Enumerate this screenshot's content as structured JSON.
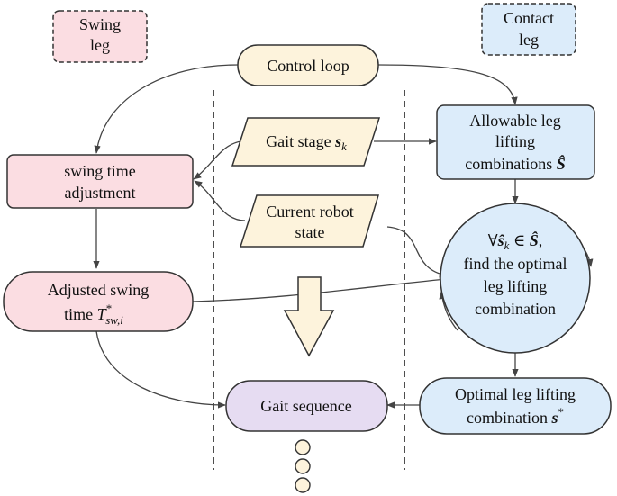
{
  "legend": {
    "swing": {
      "line1": "Swing",
      "line2": "leg"
    },
    "contact": {
      "line1": "Contact",
      "line2": "leg"
    }
  },
  "nodes": {
    "control_loop": "Control loop",
    "gait_stage": {
      "prefix": "Gait stage ",
      "symbol": "s",
      "subscript": "k"
    },
    "current_state": {
      "line1": "Current robot",
      "line2": "state"
    },
    "swing_adjust": {
      "line1": "swing time",
      "line2": "adjustment"
    },
    "adjusted_swing": {
      "line1": "Adjusted swing",
      "prefix": "time ",
      "symbol": "T",
      "sup": "*",
      "sub": "sw,i"
    },
    "allowable": {
      "line1": "Allowable leg",
      "line2": "lifting",
      "line3_prefix": "combinations ",
      "line3_symbol": "Ŝ"
    },
    "optimal_find": {
      "forall": "∀",
      "symbol": "ŝ",
      "subscript": "k",
      "relation": " ∈ ",
      "set": "Ŝ",
      "comma": ",",
      "line2": "find the optimal",
      "line3": "leg lifting",
      "line4": "combination"
    },
    "optimal_combo": {
      "line1": "Optimal leg lifting",
      "line2_prefix": "combination ",
      "symbol": "s",
      "sup": "*"
    },
    "gait_sequence": "Gait sequence"
  },
  "colors": {
    "swing_fill": "#fbdde2",
    "swing_stroke": "#333333",
    "contact_fill": "#dcecfa",
    "loop_fill": "#fdf3dc",
    "sequence_fill": "#e6dcf2",
    "arrow_fill": "#fdf3dc",
    "line": "#444444"
  }
}
